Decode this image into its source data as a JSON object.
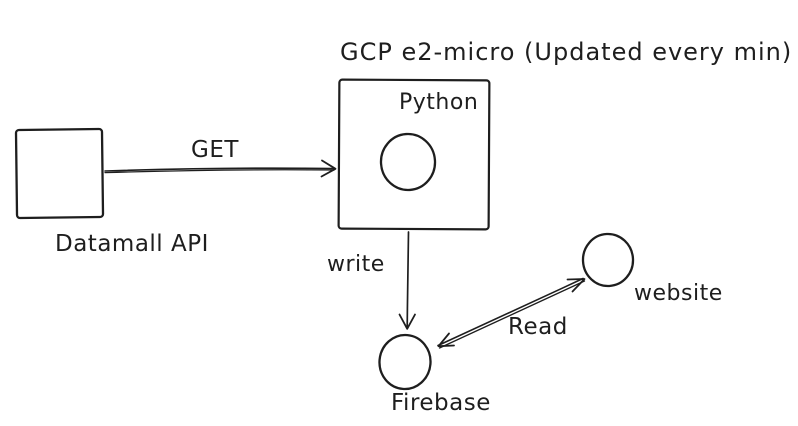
{
  "diagram": {
    "title": "GCP e2-micro (Updated every min)",
    "style": "hand-drawn-sketch",
    "background": "#ffffff",
    "stroke_color": "#1e1e1e",
    "nodes": {
      "datamall": {
        "label": "Datamall API",
        "shape": "square",
        "fill": "#ef7470",
        "fill_style": "hachure"
      },
      "gcp": {
        "label": "Python",
        "shape": "rectangle",
        "fill": "#ffffff",
        "fill_style": "solid"
      },
      "python_circle": {
        "shape": "circle",
        "fill": "#6abf6e",
        "fill_style": "hachure"
      },
      "firebase": {
        "label": "Firebase",
        "shape": "circle",
        "fill": "#f8c161",
        "fill_style": "hachure"
      },
      "website": {
        "label": "website",
        "shape": "circle",
        "fill": "#aed9e6",
        "fill_style": "solid"
      }
    },
    "edges": {
      "get": {
        "label": "GET",
        "from": "Datamall API",
        "to": "GCP e2-micro",
        "direction": "one-way"
      },
      "write": {
        "label": "write",
        "from": "GCP e2-micro",
        "to": "Firebase",
        "direction": "one-way"
      },
      "read": {
        "label": "Read",
        "from": "Firebase",
        "to": "website",
        "direction": "two-way"
      }
    }
  }
}
